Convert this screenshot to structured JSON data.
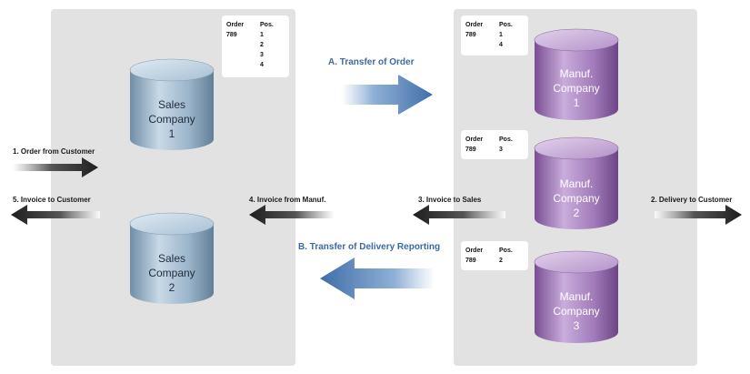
{
  "transfers": {
    "order": "A. Transfer of Order",
    "delivery_reporting": "B. Transfer of Delivery Reporting"
  },
  "steps": {
    "order_from_customer": "1. Order from Customer",
    "delivery_to_customer": "2. Delivery to Customer",
    "invoice_to_sales": "3. Invoice to Sales",
    "invoice_from_manuf": "4. Invoice from Manuf.",
    "invoice_to_customer": "5. Invoice to Customer"
  },
  "databases": {
    "sales1": [
      "Sales",
      "Company",
      "1"
    ],
    "sales2": [
      "Sales",
      "Company",
      "2"
    ],
    "manuf1": [
      "Manuf.",
      "Company",
      "1"
    ],
    "manuf2": [
      "Manuf.",
      "Company",
      "2"
    ],
    "manuf3": [
      "Manuf.",
      "Company",
      "3"
    ]
  },
  "order_tables": {
    "header_order": "Order",
    "header_pos": "Pos.",
    "sales1": {
      "order": "789",
      "positions": [
        "1",
        "2",
        "3",
        "4"
      ]
    },
    "manuf1": {
      "order": "789",
      "positions": [
        "1",
        "4"
      ]
    },
    "manuf2": {
      "order": "789",
      "positions": [
        "3"
      ]
    },
    "manuf3": {
      "order": "789",
      "positions": [
        "2"
      ]
    }
  },
  "colors": {
    "panel": "#e2e2e2",
    "sales_cylinder": "#9fb8cc",
    "manuf_cylinder": "#9f7cb4",
    "flow_arrow": "#3f6ea8",
    "step_arrow": "#2a2a2a",
    "transfer_text": "#3b6aa5"
  }
}
